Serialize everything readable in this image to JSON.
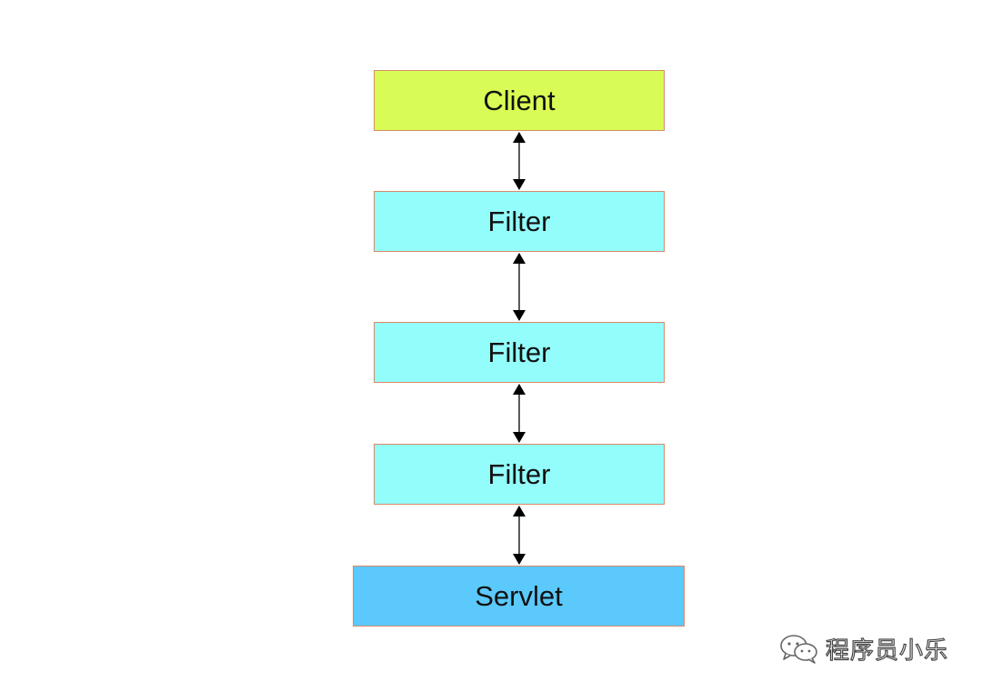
{
  "colors": {
    "client": "#d8fc55",
    "filter": "#92fdfb",
    "servlet": "#5bc9fb",
    "border": "#d98a6a",
    "arrow": "#000000"
  },
  "diagram": {
    "nodes": [
      {
        "id": "client",
        "label": "Client"
      },
      {
        "id": "filter1",
        "label": "Filter"
      },
      {
        "id": "filter2",
        "label": "Filter"
      },
      {
        "id": "filter3",
        "label": "Filter"
      },
      {
        "id": "servlet",
        "label": "Servlet"
      }
    ],
    "edges": [
      {
        "from": "client",
        "to": "filter1",
        "direction": "both"
      },
      {
        "from": "filter1",
        "to": "filter2",
        "direction": "both"
      },
      {
        "from": "filter2",
        "to": "filter3",
        "direction": "both"
      },
      {
        "from": "filter3",
        "to": "servlet",
        "direction": "both"
      }
    ]
  },
  "watermark": {
    "icon": "wechat-icon",
    "text": "程序员小乐"
  }
}
